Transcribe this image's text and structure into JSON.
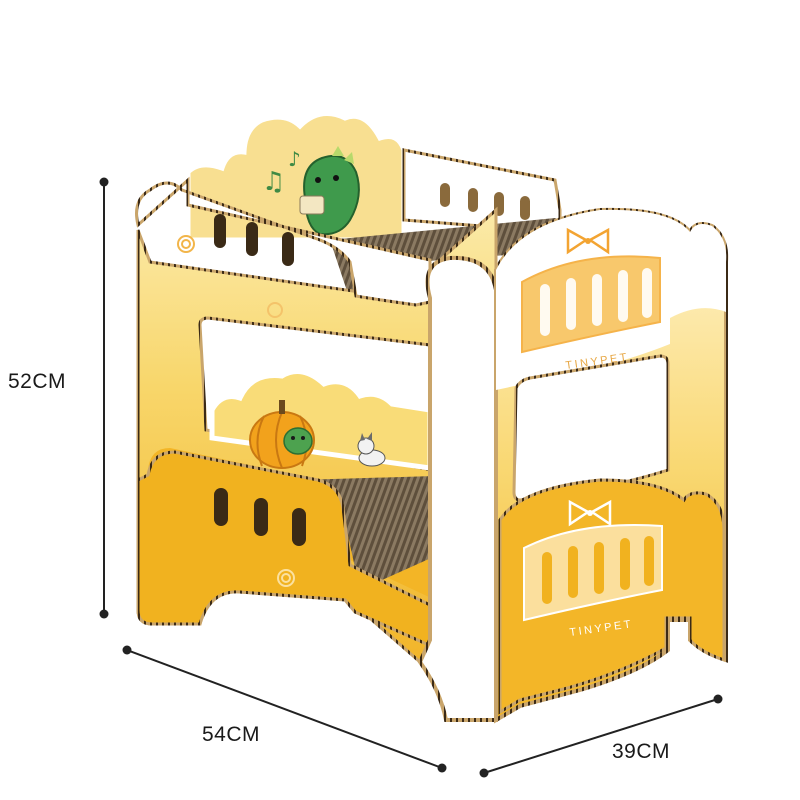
{
  "dimensions": {
    "height": "52CM",
    "width": "54CM",
    "depth": "39CM"
  },
  "product": {
    "brand_top": "TINYPET",
    "brand_bottom": "TINYPET"
  },
  "colors": {
    "cardboard_edge": "#8a6a3c",
    "edge_stripe": "#3b2a16",
    "yellow_dark": "#f0b21e",
    "yellow_mid": "#f6c544",
    "cream": "#f7e7b0",
    "white": "#ffffff",
    "orange_accent": "#f2a93b",
    "scratch_pad": "#7a6a55",
    "dino_green": "#3f9a4c",
    "pumpkin": "#f0a020"
  },
  "icons": [
    "bow-icon",
    "music-note-icon",
    "dinosaur-illustration",
    "pumpkin-illustration",
    "cat-illustration",
    "spiral-icon"
  ]
}
